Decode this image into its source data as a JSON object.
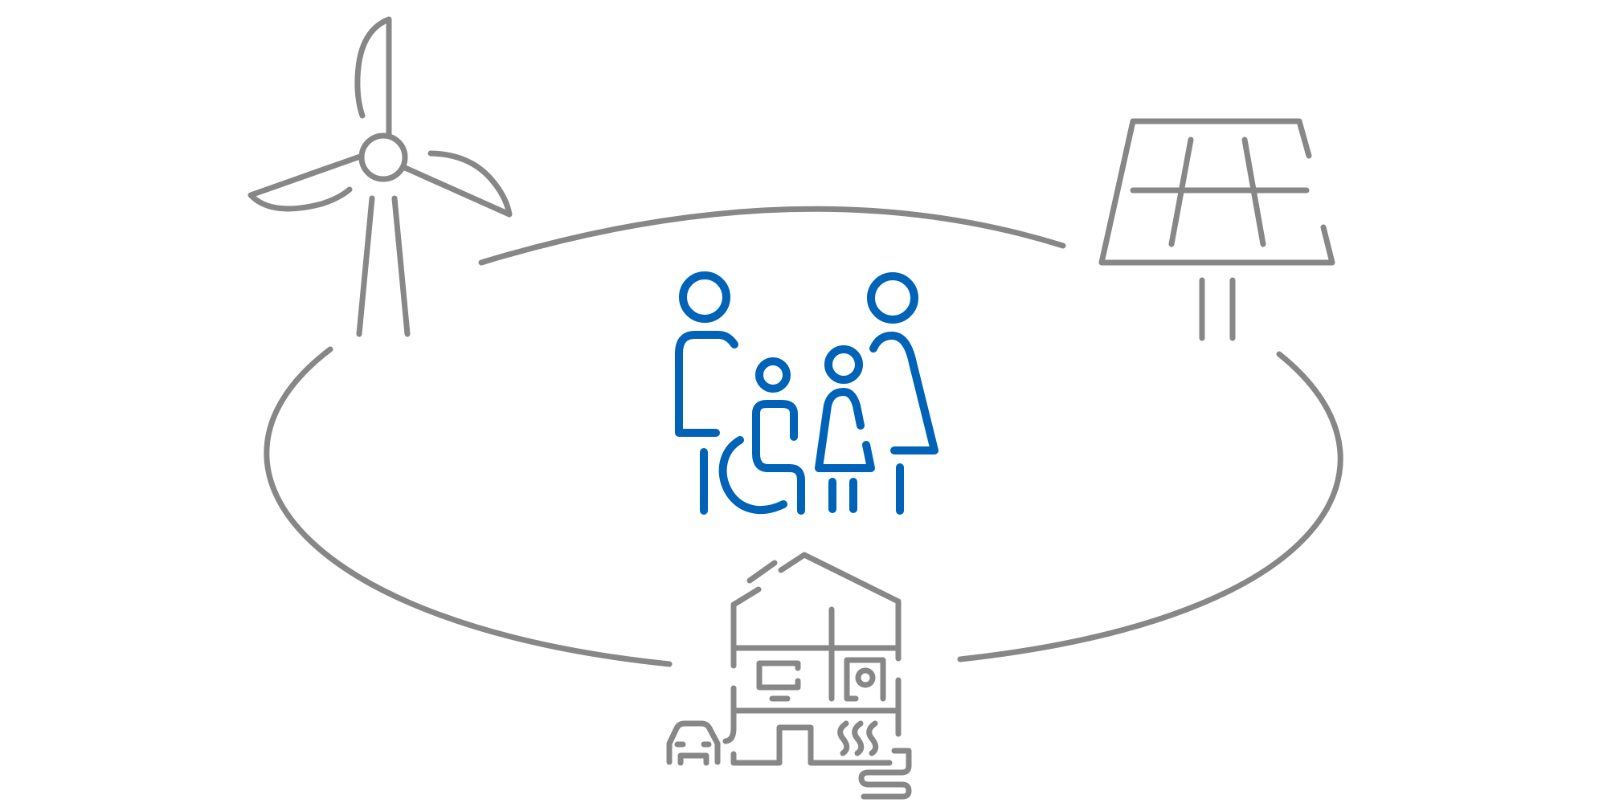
{
  "diagram": {
    "title": "",
    "nodes": [
      {
        "id": "wind",
        "icon": "wind-turbine-icon"
      },
      {
        "id": "solar",
        "icon": "solar-panel-icon"
      },
      {
        "id": "family",
        "icon": "family-icon"
      },
      {
        "id": "home",
        "icon": "smart-home-icon"
      }
    ],
    "edges": [
      {
        "from": "wind",
        "to": "solar",
        "style": "arc"
      },
      {
        "from": "solar",
        "to": "home",
        "style": "arc"
      },
      {
        "from": "home",
        "to": "wind",
        "style": "arc"
      }
    ]
  },
  "colors": {
    "line": "#878787",
    "accent": "#0063b7",
    "background": "#ffffff"
  }
}
